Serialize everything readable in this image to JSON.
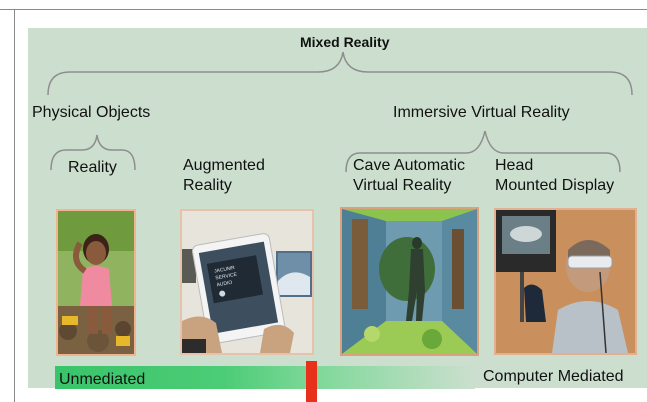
{
  "title": "Mixed Reality",
  "categories": {
    "physical": "Physical Objects",
    "immersive": "Immersive Virtual Reality"
  },
  "labels": {
    "reality": "Reality",
    "augmented_line1": "Augmented",
    "augmented_line2": "Reality",
    "cave_line1": "Cave Automatic",
    "cave_line2": "Virtual Reality",
    "hmd_line1": "Head",
    "hmd_line2": "Mounted Display"
  },
  "tablet_screen": {
    "line1": "JACUMR",
    "line2": "SERVICE",
    "line3": "AUDIO"
  },
  "scale": {
    "left_label": "Unmediated",
    "right_label": "Computer Mediated"
  },
  "colors": {
    "panel": "#ccdfce",
    "bar": "#39c46a",
    "marker": "#e8311b",
    "photo_border": "#f2b48e"
  }
}
